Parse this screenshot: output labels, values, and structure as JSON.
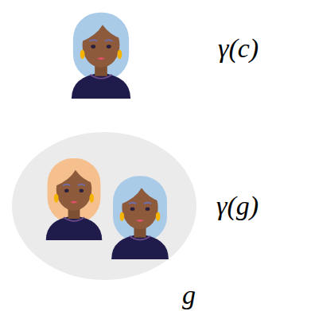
{
  "diagram": {
    "nodes": [
      {
        "text": [
          "g"
        ]
      }
    ],
    "labels": [
      "γ(c)",
      "γ(g)"
    ]
  }
}
